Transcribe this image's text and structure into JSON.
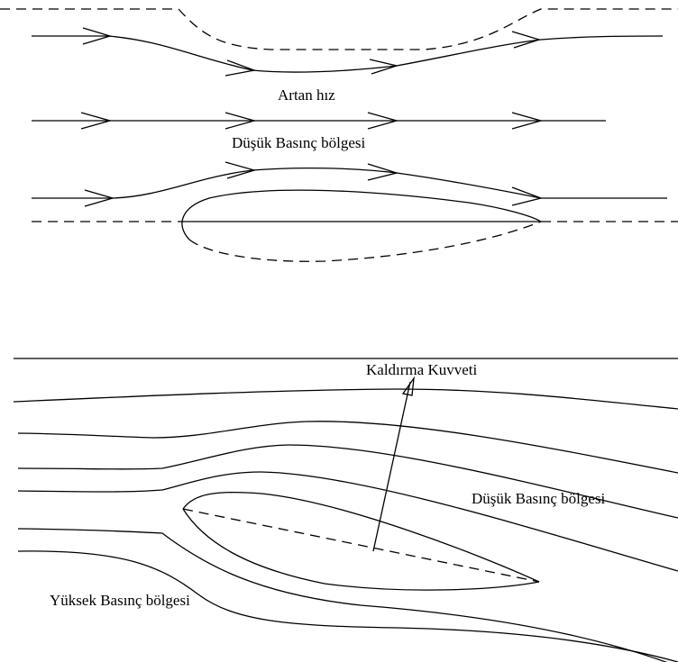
{
  "top_figure": {
    "label_velocity": "Artan hız",
    "label_low_pressure": "Düşük Basınç bölgesi"
  },
  "bottom_figure": {
    "label_lift": "Kaldırma Kuvveti",
    "label_low_pressure": "Düşük Basınç bölgesi",
    "label_high_pressure": "Yüksek Basınç bölgesi"
  }
}
